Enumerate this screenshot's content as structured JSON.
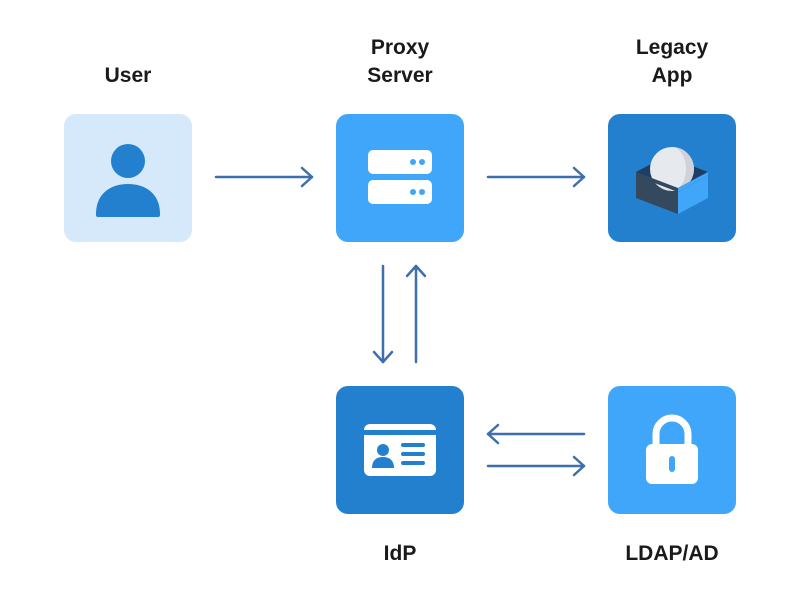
{
  "nodes": {
    "user": {
      "label": "User"
    },
    "proxy": {
      "label": "Proxy\nServer"
    },
    "legacy": {
      "label": "Legacy\nApp"
    },
    "idp": {
      "label": "IdP"
    },
    "ldap": {
      "label": "LDAP/AD"
    }
  },
  "colors": {
    "user_bg": "#d6e9fb",
    "user_icon": "#2280cf",
    "proxy_bg": "#3fa6f9",
    "legacy_bg": "#2280cf",
    "idp_bg": "#2280cf",
    "ldap_bg": "#3fa6f9",
    "arrow": "#3d6fae"
  }
}
